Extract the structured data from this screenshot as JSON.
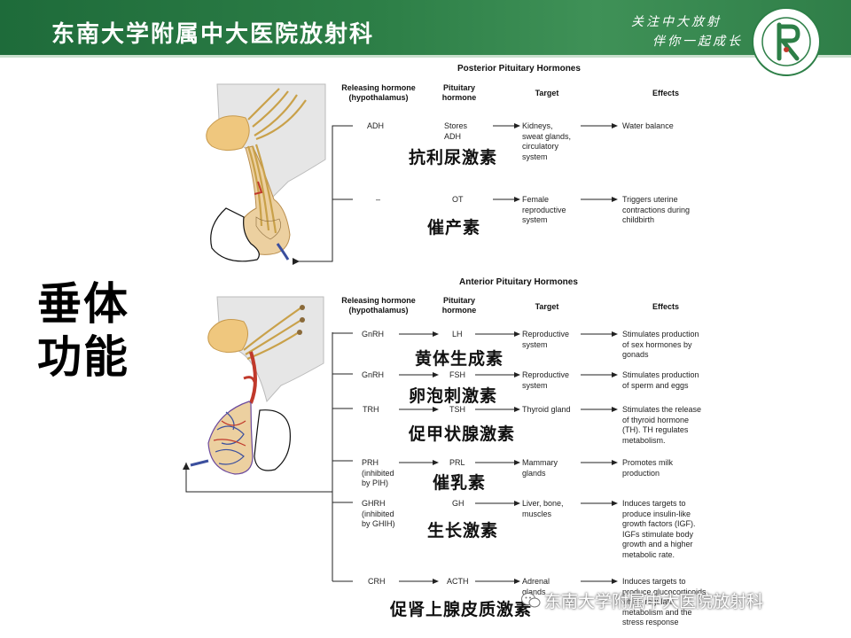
{
  "header": {
    "title": "东南大学附属中大医院放射科",
    "slogan_line1": "关注中大放射",
    "slogan_line2": "伴你一起成长"
  },
  "side_title": {
    "line1": "垂体",
    "line2": "功能"
  },
  "posterior": {
    "title": "Posterior Pituitary Hormones",
    "headers": {
      "releasing": "Releasing hormone\n(hypothalamus)",
      "pituitary": "Pituitary\nhormone",
      "target": "Target",
      "effects": "Effects"
    },
    "rows": [
      {
        "releasing": "ADH",
        "hormone": "Stores\nADH",
        "target": "Kidneys,\nsweat glands,\ncirculatory\nsystem",
        "effect": "Water balance",
        "cn": "抗利尿激素"
      },
      {
        "releasing": "–",
        "hormone": "OT",
        "target": "Female\nreproductive\nsystem",
        "effect": "Triggers uterine\ncontractions during\nchildbirth",
        "cn": "催产素"
      }
    ]
  },
  "anterior": {
    "title": "Anterior Pituitary Hormones",
    "headers": {
      "releasing": "Releasing hormone\n(hypothalamus)",
      "pituitary": "Pituitary\nhormone",
      "target": "Target",
      "effects": "Effects"
    },
    "rows": [
      {
        "releasing": "GnRH",
        "hormone": "LH",
        "target": "Reproductive\nsystem",
        "effect": "Stimulates production\nof sex hormones by\ngonads",
        "cn": "黄体生成素"
      },
      {
        "releasing": "GnRH",
        "hormone": "FSH",
        "target": "Reproductive\nsystem",
        "effect": "Stimulates production\nof sperm and eggs",
        "cn": "卵泡刺激素"
      },
      {
        "releasing": "TRH",
        "hormone": "TSH",
        "target": "Thyroid gland",
        "effect": "Stimulates the release\nof thyroid hormone\n(TH). TH regulates\nmetabolism.",
        "cn": "促甲状腺激素"
      },
      {
        "releasing": "PRH\n(inhibited\nby PIH)",
        "hormone": "PRL",
        "target": "Mammary\nglands",
        "effect": "Promotes milk\nproduction",
        "cn": "催乳素"
      },
      {
        "releasing": "GHRH\n(inhibited\nby GHIH)",
        "hormone": "GH",
        "target": "Liver, bone,\nmuscles",
        "effect": "Induces targets to\nproduce insulin-like\ngrowth factors (IGF).\nIGFs stimulate body\ngrowth and a higher\nmetabolic rate.",
        "cn": "生长激素"
      },
      {
        "releasing": "CRH",
        "hormone": "ACTH",
        "target": "Adrenal\nglands",
        "effect": "Induces targets to\nproduce glucocorticoids,\nwhich regulate\nmetabolism and the\nstress response",
        "cn": "促肾上腺皮质激素"
      }
    ]
  },
  "watermark": "东南大学附属中大医院放射科",
  "colors": {
    "header_green": "#2d7f47",
    "gland_tan": "#e8c98a",
    "vessel_red": "#c0392b",
    "vessel_blue": "#3b4f9e"
  }
}
